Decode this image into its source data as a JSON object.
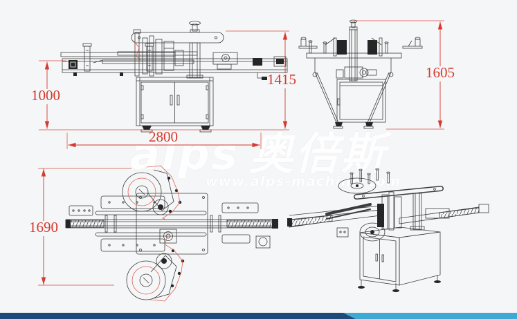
{
  "watermark": {
    "brand": "alps",
    "brand_cjk": "奥倍斯",
    "website": "www.alps-machine.com"
  },
  "dimensions": {
    "conveyor_height": "1000",
    "overall_height_front": "1415",
    "overall_length": "2800",
    "overall_height_side": "1605",
    "overall_width_top": "1690"
  },
  "colors": {
    "background": "#f5f6f7",
    "drawing_line": "#3c3c3c",
    "dimension_red": "#d6392d",
    "label_path_red": "#dd6055",
    "watermark_white": "#ffffff",
    "footer_navy": "#1d4a79",
    "footer_cyan": "#3fa9d5"
  }
}
